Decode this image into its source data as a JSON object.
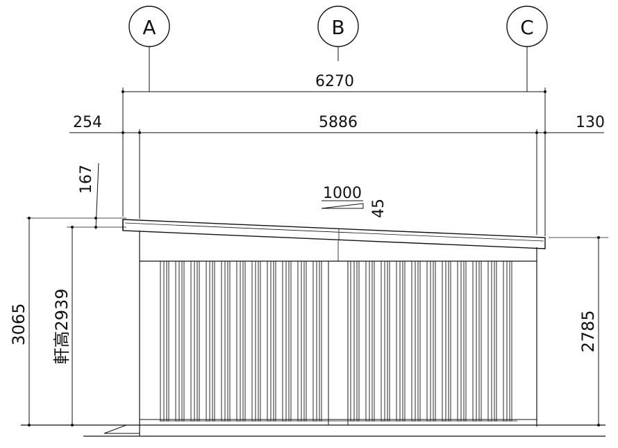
{
  "grid_labels": [
    "A",
    "B",
    "C"
  ],
  "dims": {
    "overall": "6270",
    "left_overhang": "254",
    "span": "5886",
    "right_overhang": "130",
    "roof_thickness": "167",
    "total_height": "3065",
    "eave_height": "軒高2939",
    "right_height": "2785"
  },
  "slope": {
    "run": "1000",
    "rise": "45"
  },
  "colors": {
    "line": "#111111",
    "background": "#ffffff"
  }
}
